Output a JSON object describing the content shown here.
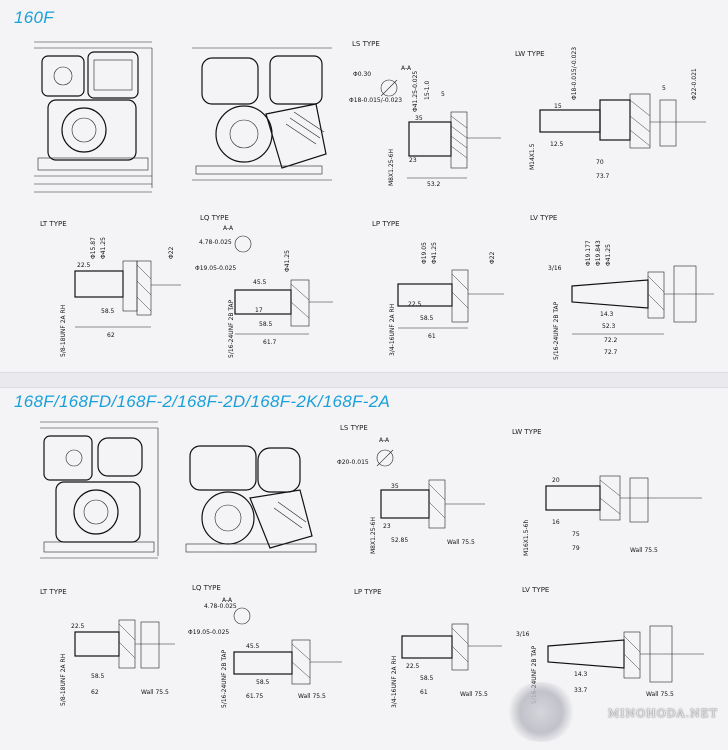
{
  "sections": [
    {
      "title": "160F",
      "types": [
        "LS TYPE",
        "LW TYPE",
        "LT TYPE",
        "LQ TYPE",
        "LP TYPE",
        "LV TYPE"
      ],
      "ls": {
        "d1": "Φ18-0.015/-0.023",
        "d2": "Φ41.25-0.025",
        "aa": "A-A",
        "key": "Φ0.30",
        "len35": "35",
        "len23": "23",
        "len532": "53.2",
        "thread": "M8X1.25-6H",
        "s1": "15-1.0",
        "s5": "5"
      },
      "lw": {
        "len15": "15",
        "len125": "12.5",
        "len70": "70",
        "len737": "73.7",
        "thread": "M14X1.5",
        "d22": "Φ22-0.021",
        "s5": "5"
      },
      "lt": {
        "len225": "22.5",
        "len585": "58.5",
        "len62": "62",
        "thread": "5/8-18UNF 2A RH",
        "d1": "Φ15.87",
        "d2": "Φ41.25",
        "d3": "Φ22"
      },
      "lq": {
        "aa": "A-A",
        "d1": "4.78-0.025",
        "d2": "Φ19.05-0.025",
        "len455": "45.5",
        "len17": "17",
        "len585": "58.5",
        "len617": "61.7",
        "thread": "5/16-24UNF 2B TAP",
        "d3": "Φ41.25"
      },
      "lp": {
        "len225": "22.5",
        "len585": "58.5",
        "len61": "61",
        "thread": "3/4-16UNF 2A RH",
        "d1": "Φ19.05",
        "d2": "Φ41.25",
        "d3": "Φ22"
      },
      "lv": {
        "taper": "3/16",
        "len143": "14.3",
        "len523": "52.3",
        "len722": "72.2",
        "len727": "72.7",
        "d1": "Φ19.177",
        "d2": "Φ19.843",
        "d3": "Φ41.25",
        "thread": "5/16-24UNF 2B TAP"
      }
    },
    {
      "title": "168F/168FD/168F-2/168F-2D/168F-2K/168F-2A",
      "types": [
        "LS TYPE",
        "LW TYPE",
        "LT TYPE",
        "LQ TYPE",
        "LP TYPE",
        "LV TYPE"
      ],
      "ls": {
        "d1": "Φ20-0.015",
        "aa": "A-A",
        "len35": "35",
        "len23": "23",
        "len5285": "52.85",
        "wall": "Wall 75.5",
        "thread": "M8X1.25-6H"
      },
      "lw": {
        "len20": "20",
        "len16": "16",
        "len75": "75",
        "len79": "79",
        "wall": "Wall 75.5",
        "thread": "M16X1.5-6h"
      },
      "lt": {
        "len225": "22.5",
        "len585": "58.5",
        "len62": "62",
        "wall": "Wall 75.5",
        "thread": "5/8-18UNF 2A RH"
      },
      "lq": {
        "aa": "A-A",
        "d1": "4.78-0.025",
        "d2": "Φ19.05-0.025",
        "len455": "45.5",
        "len585": "58.5",
        "len6175": "61.75",
        "wall": "Wall 75.5",
        "thread": "5/16-24UNF 2B TAP"
      },
      "lp": {
        "len225": "22.5",
        "len585": "58.5",
        "len61": "61",
        "wall": "Wall 75.5",
        "thread": "3/4-16UNF 2A RH"
      },
      "lv": {
        "taper": "3/16",
        "len143": "14.3",
        "len337": "33.7",
        "wall": "Wall 75.5",
        "thread": "5/16-24UNF 2B TAP"
      }
    }
  ],
  "watermark": "MINOHODA.NET"
}
